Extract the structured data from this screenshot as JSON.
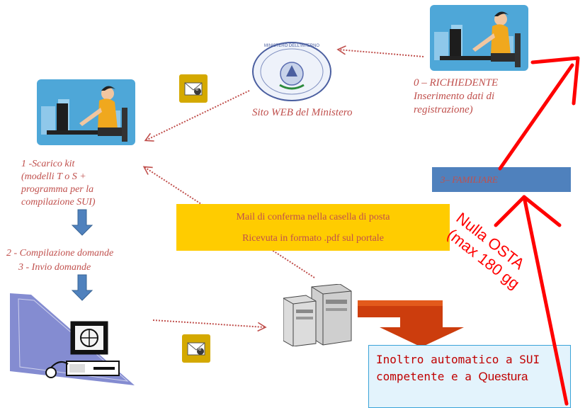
{
  "nodes": {
    "richiedente": {
      "line1": "0 – RICHIEDENTE",
      "line2": "Inserimento dati di",
      "line3": "registrazione)"
    },
    "ministero": {
      "caption": "Sito WEB del Ministero",
      "seal_text": "MINISTERO DELL'INTERNO"
    },
    "scarico": {
      "line1": "1 -Scarico kit",
      "line2": "(modelli T  o S  +",
      "line3": "programma per la",
      "line4": "compilazione SUI)"
    },
    "compilazione": {
      "line1": "2 - Compilazione domande",
      "line2": "3 - Invio domande"
    }
  },
  "boxes": {
    "conferma": {
      "line1": "Mail di conferma nella casella di posta",
      "line2": "Ricevuta in formato .pdf  sul portale"
    },
    "familiare": {
      "label": "3– FAMILIARE"
    },
    "inoltro": {
      "line1": "Inoltro automatico a SUI",
      "line2_a": "competente e a ",
      "line2_b": "Questura"
    }
  },
  "annotation": {
    "line1": "Nulla OSTA",
    "line2": "(max 180 gg"
  },
  "icons": {
    "envelope_letter": "e"
  },
  "colors": {
    "label_red": "#c0504d",
    "arrow_red": "#ff0000",
    "down_arrow_blue": "#4f81bd",
    "box_yellow": "#ffcc00",
    "box_blue": "#4f81bd",
    "box_light": "#e3f3fc",
    "envelope_gold": "#d4a900"
  }
}
